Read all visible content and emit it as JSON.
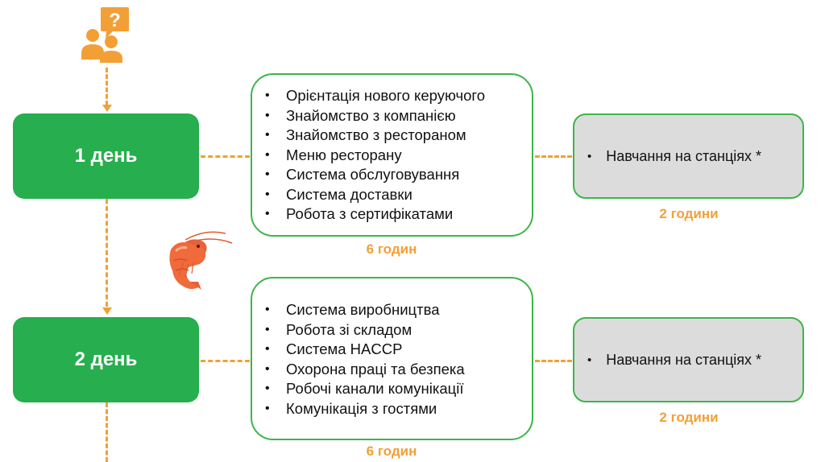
{
  "colors": {
    "day_box": "#27AE4E",
    "border_green": "#3DB54A",
    "accent_orange": "#F2A035",
    "station_bg": "#DCDCDC"
  },
  "icons": {
    "top": "people-question-icon",
    "decor": "shrimp-icon"
  },
  "days": [
    {
      "label": "1 день",
      "topics": [
        "Орієнтація нового керуючого",
        "Знайомство з компанією",
        "Знайомство з рестораном",
        "Меню ресторану",
        "Система обслуговування",
        "Система доставки",
        "Робота з сертифікатами"
      ],
      "topics_hours": "6 годин",
      "station": "Навчання на станціях *",
      "station_hours": "2 години"
    },
    {
      "label": "2 день",
      "topics": [
        "Система виробництва",
        "Робота зі складом",
        "Система HACCP",
        "Охорона праці та безпека",
        "Робочі канали комунікації",
        "Комунікація з гостями"
      ],
      "topics_hours": "6 годин",
      "station": "Навчання на станціях *",
      "station_hours": "2 години"
    }
  ]
}
